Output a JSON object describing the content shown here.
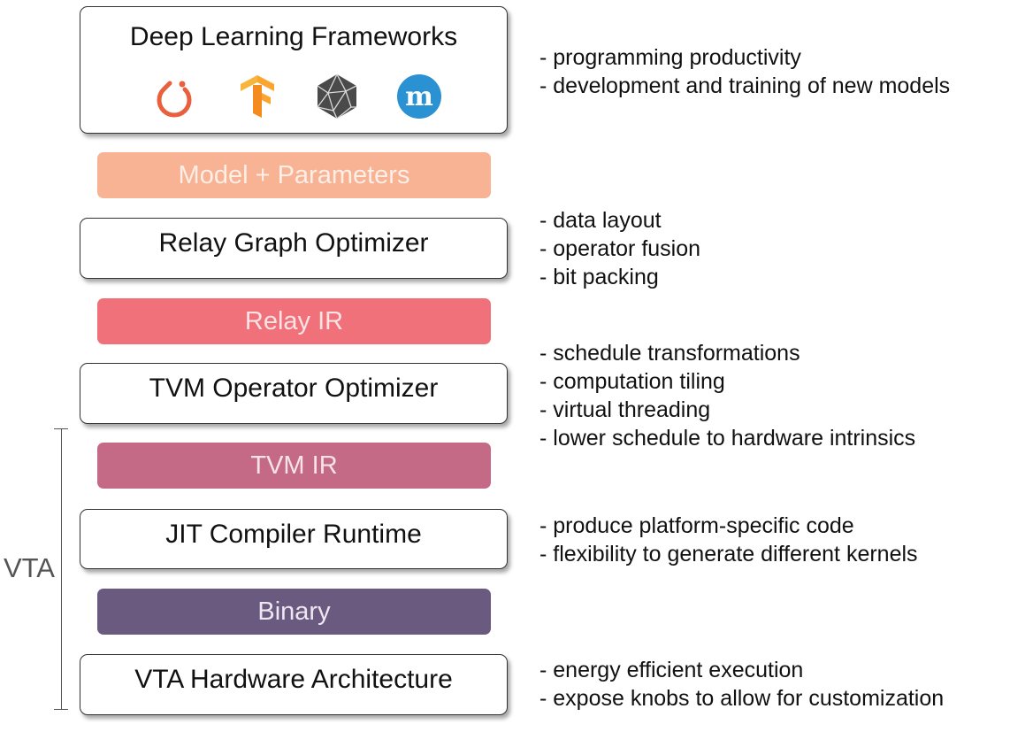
{
  "stack": {
    "frameworks": {
      "title": "Deep Learning Frameworks",
      "logos": [
        "pytorch-logo",
        "tensorflow-logo",
        "mxnet-logo",
        "m-logo"
      ]
    },
    "model_params": {
      "label": "Model + Parameters",
      "color": "#F8B294"
    },
    "relay_optimizer": {
      "title": "Relay Graph Optimizer"
    },
    "relay_ir": {
      "label": "Relay IR",
      "color": "#F07179"
    },
    "tvm_optimizer": {
      "title": "TVM Operator Optimizer"
    },
    "tvm_ir": {
      "label": "TVM IR",
      "color": "#C46A86"
    },
    "jit_runtime": {
      "title": "JIT Compiler Runtime"
    },
    "binary": {
      "label": "Binary",
      "color": "#6B5A80"
    },
    "vta_hardware": {
      "title": "VTA Hardware Architecture"
    }
  },
  "notes": {
    "frameworks": [
      "- programming productivity",
      "- development and training of new models"
    ],
    "relay": [
      "- data layout",
      "- operator fusion",
      "- bit packing"
    ],
    "tvm": [
      "- schedule transformations",
      "- computation tiling",
      "- virtual threading",
      "- lower schedule to hardware intrinsics"
    ],
    "jit": [
      "- produce platform-specific code",
      "- flexibility to generate different kernels"
    ],
    "hardware": [
      "- energy efficient execution",
      "- expose knobs to allow for customization"
    ]
  },
  "bracket": {
    "label": "VTA"
  }
}
